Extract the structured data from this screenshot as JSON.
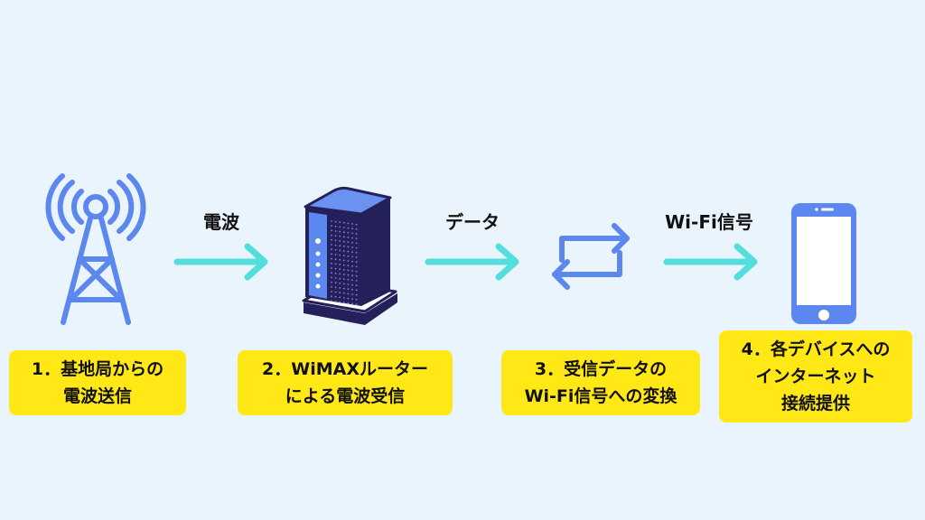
{
  "arrows": [
    {
      "label": "電波"
    },
    {
      "label": "データ"
    },
    {
      "label": "Wi-Fi信号"
    }
  ],
  "steps": [
    {
      "lines": [
        "1．基地局からの",
        "電波送信"
      ]
    },
    {
      "lines": [
        "2．WiMAXルーター",
        "による電波受信"
      ]
    },
    {
      "lines": [
        "3．受信データの",
        "Wi-Fi信号への変換"
      ]
    },
    {
      "lines": [
        "4．各デバイスへの",
        "インターネット",
        "接続提供"
      ]
    }
  ],
  "colors": {
    "background": "#eaf4fd",
    "icon_blue": "#5b87ee",
    "arrow_cyan": "#53dedd",
    "label_yellow": "#ffe816",
    "router_dark": "#23205a"
  }
}
